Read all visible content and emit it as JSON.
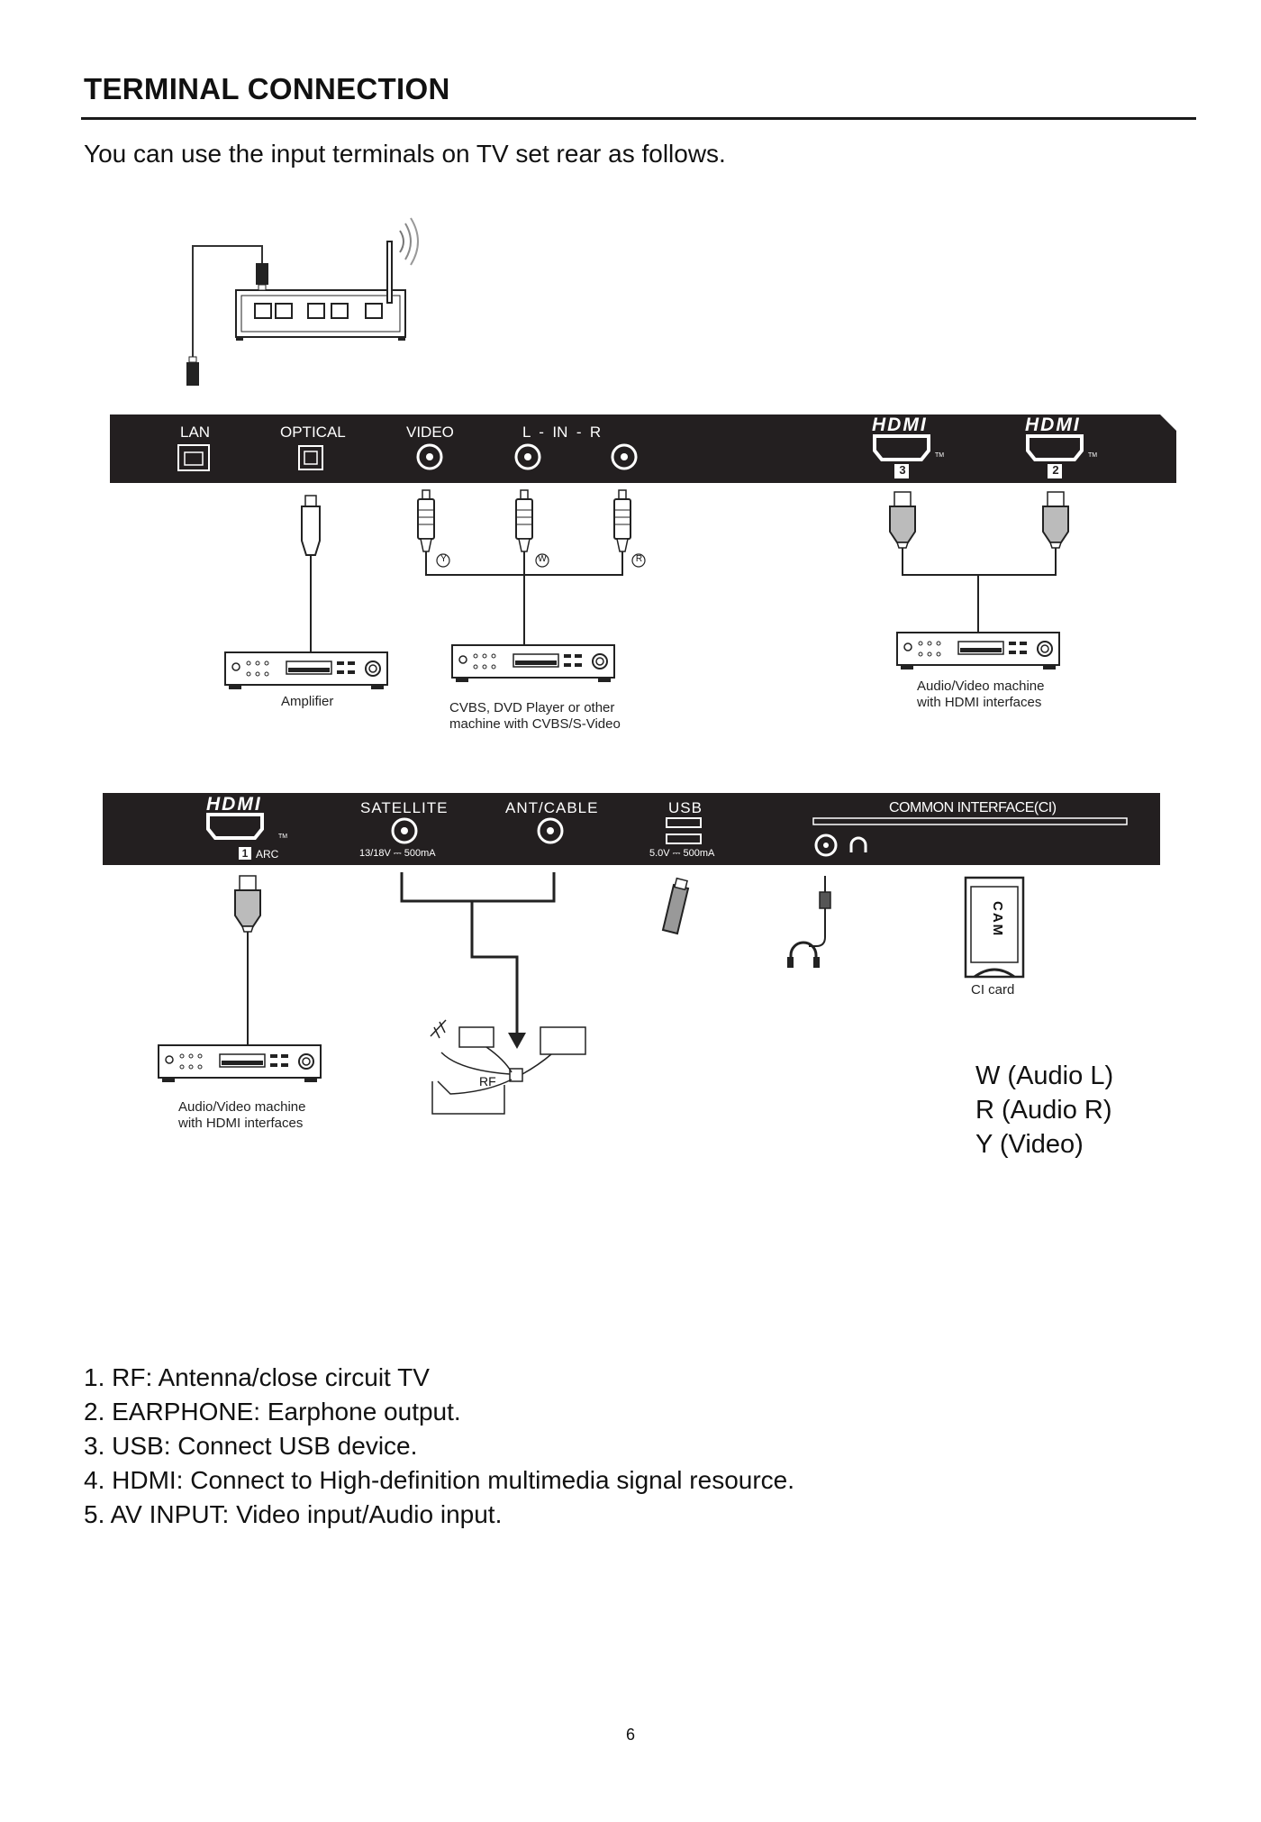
{
  "page": {
    "title": "TERMINAL CONNECTION",
    "intro": "You can use the input terminals on TV set rear as follows.",
    "page_number": "6"
  },
  "panel_top": {
    "lan": "LAN",
    "optical": "OPTICAL",
    "video": "VIDEO",
    "audio_in": "L  -  IN  -  R",
    "hdmi_logo": "HDMI",
    "hdmi3_num": "3",
    "hdmi2_num": "2",
    "tm": "TM"
  },
  "panel_bottom": {
    "hdmi_logo": "HDMI",
    "hdmi1_num": "1",
    "arc": "ARC",
    "satellite": "SATELLITE",
    "satellite_spec": "13/18V ⎓ 500mA",
    "ant_cable": "ANT/CABLE",
    "usb": "USB",
    "usb_spec": "5.0V ⎓ 500mA",
    "ci": "COMMON INTERFACE(CI)",
    "tm": "TM"
  },
  "diagram": {
    "rca_y": "Y",
    "rca_w": "W",
    "rca_r": "R",
    "cam": "CAM",
    "rf": "RF"
  },
  "captions": {
    "amplifier": "Amplifier",
    "cvbs_line1": "CVBS, DVD Player or other",
    "cvbs_line2": "machine with CVBS/S-Video",
    "av_hdmi_top_line1": "Audio/Video machine",
    "av_hdmi_top_line2": "with HDMI interfaces",
    "ci_card": "CI card",
    "av_hdmi_bottom_line1": "Audio/Video machine",
    "av_hdmi_bottom_line2": "with HDMI interfaces"
  },
  "legend": [
    "W (Audio L)",
    "R (Audio R)",
    "Y (Video)"
  ],
  "notes": [
    "1. RF: Antenna/close circuit TV",
    "2. EARPHONE: Earphone output.",
    "3. USB: Connect USB device.",
    "4. HDMI: Connect to High-definition multimedia signal resource.",
    "5. AV INPUT: Video input/Audio input."
  ]
}
